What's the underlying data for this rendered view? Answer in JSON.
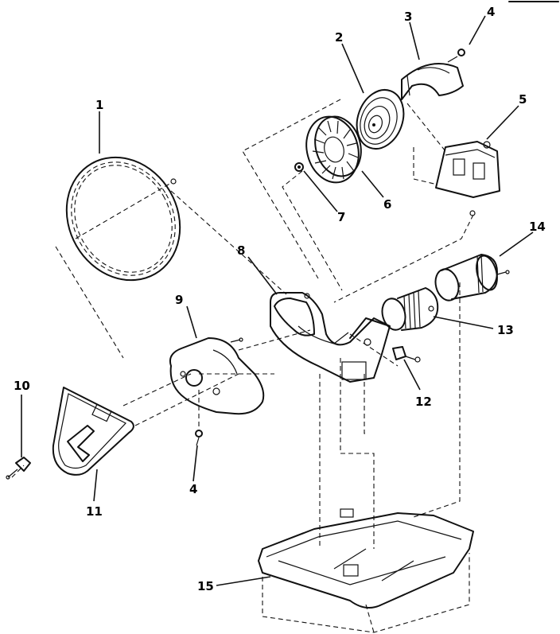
{
  "diagram": {
    "callouts": [
      {
        "id": "c1",
        "text": "1"
      },
      {
        "id": "c2",
        "text": "2"
      },
      {
        "id": "c3",
        "text": "3"
      },
      {
        "id": "c4a",
        "text": "4"
      },
      {
        "id": "c4b",
        "text": "4"
      },
      {
        "id": "c5",
        "text": "5"
      },
      {
        "id": "c6",
        "text": "6"
      },
      {
        "id": "c7",
        "text": "7"
      },
      {
        "id": "c8",
        "text": "8"
      },
      {
        "id": "c9",
        "text": "9"
      },
      {
        "id": "c10",
        "text": "10"
      },
      {
        "id": "c11",
        "text": "11"
      },
      {
        "id": "c12",
        "text": "12"
      },
      {
        "id": "c13",
        "text": "13"
      },
      {
        "id": "c14",
        "text": "14"
      },
      {
        "id": "c15",
        "text": "15"
      }
    ]
  }
}
